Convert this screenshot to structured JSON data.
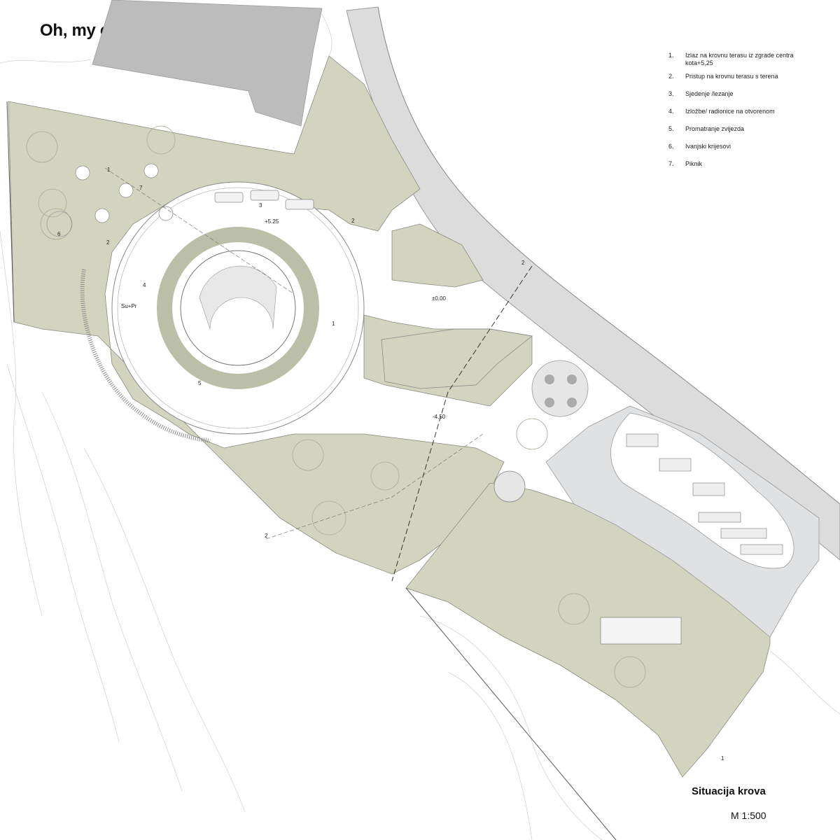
{
  "brand": "Oh, my code.",
  "legend": [
    {
      "num": "1.",
      "lines": [
        "Izlaz na krovnu terasu iz zgrade centra",
        "kota+5,25"
      ]
    },
    {
      "num": "2.",
      "lines": [
        "Pristup na krovnu  terasu s terena"
      ]
    },
    {
      "num": "3.",
      "lines": [
        "Sjedenje /lezanje"
      ]
    },
    {
      "num": "4.",
      "lines": [
        "Izložbe/ radionice na otvorenom"
      ]
    },
    {
      "num": "5.",
      "lines": [
        "Promatranje zvijezda"
      ]
    },
    {
      "num": "6.",
      "lines": [
        "Ivanjski krijesovi"
      ]
    },
    {
      "num": "7.",
      "lines": [
        "Piknik"
      ]
    }
  ],
  "plan": {
    "title": "Situacija krova",
    "scale": "M 1:500",
    "levels": {
      "roof": "+5.25",
      "ground": "±0,00",
      "lower": "-4,50"
    },
    "zone_labels": {
      "n1": "1",
      "n2a": "2",
      "n2b": "2",
      "n3": "3",
      "n4": "4",
      "n5": "5",
      "n6": "6",
      "n7": "7",
      "supr": "Su+Pr"
    },
    "section_marks": {
      "s1a": "1",
      "s1b": "1",
      "s2a": "2",
      "s2b": "2"
    },
    "colors": {
      "green": "#d3d4bf",
      "paving": "#e4e5e6",
      "building": "#bcbcbd",
      "road": "#dcdcdd"
    }
  }
}
